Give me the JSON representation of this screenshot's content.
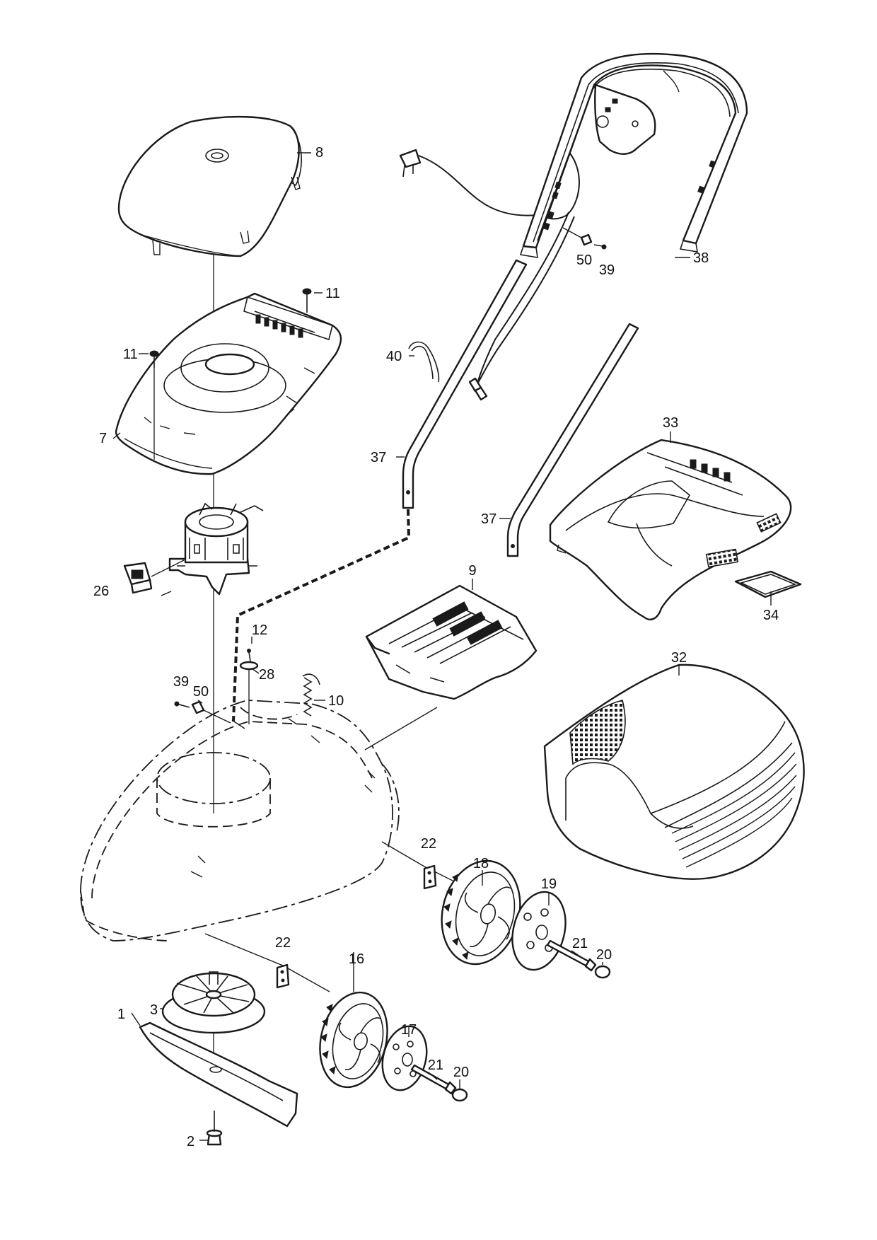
{
  "diagram": {
    "type": "exploded-parts",
    "callouts": {
      "c1": "1",
      "c2": "2",
      "c3": "3",
      "c7": "7",
      "c8": "8",
      "c9": "9",
      "c10": "10",
      "c11a": "11",
      "c11b": "11",
      "c12": "12",
      "c16": "16",
      "c17": "17",
      "c18": "18",
      "c19": "19",
      "c20a": "20",
      "c20b": "20",
      "c21a": "21",
      "c21b": "21",
      "c22a": "22",
      "c22b": "22",
      "c26": "26",
      "c28": "28",
      "c32": "32",
      "c33": "33",
      "c34": "34",
      "c37a": "37",
      "c37b": "37",
      "c38": "38",
      "c39a": "39",
      "c39b": "39",
      "c40": "40",
      "c50a": "50",
      "c50b": "50"
    }
  }
}
